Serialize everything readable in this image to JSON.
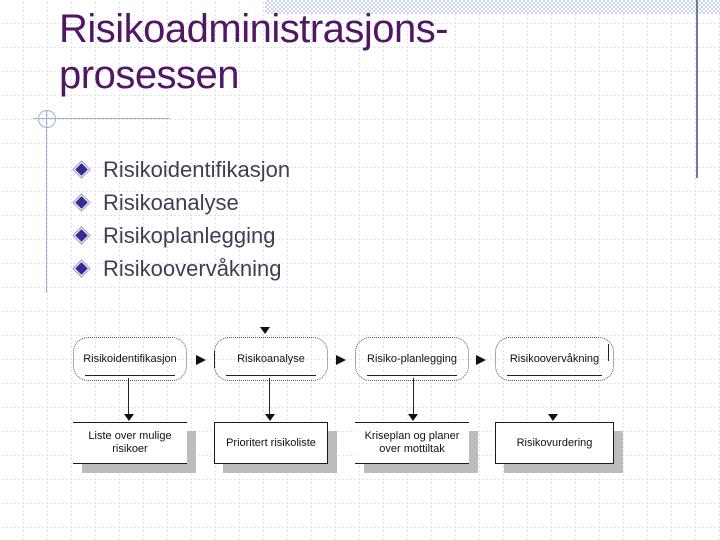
{
  "slide": {
    "title": {
      "line1": "Risikoadministrasjons-",
      "line2": "prosessen"
    },
    "bullets": [
      "Risikoidentifikasjon",
      "Risikoanalyse",
      "Risikoplanlegging",
      "Risikoovervåkning"
    ],
    "flowchart": {
      "columns": [
        {
          "stage": "Risikoidentifikasjon",
          "output": "Liste over mulige risikoer"
        },
        {
          "stage": "Risikoanalyse",
          "output": "Prioritert risikoliste"
        },
        {
          "stage": "Risiko-planlegging",
          "output": "Kriseplan og planer over mottiltak"
        },
        {
          "stage": "Risikoovervåkning",
          "output": "Risikovurdering"
        }
      ]
    },
    "icons": {
      "bullet": "diamond-bullet",
      "between_stages": "arrow-right",
      "stage_to_output": "arrow-down"
    },
    "colors": {
      "title_text": "#531566",
      "body_text": "#3f3f54",
      "diagram_text": "#111111",
      "accent_line": "#9fb2d1",
      "top_band": "#c9d6ea",
      "right_edge_line": "#6e7c96",
      "box_shadow": "#bcbcbc",
      "bullet_fill": "#2f2d96",
      "bullet_outline": "#a493c9"
    }
  }
}
